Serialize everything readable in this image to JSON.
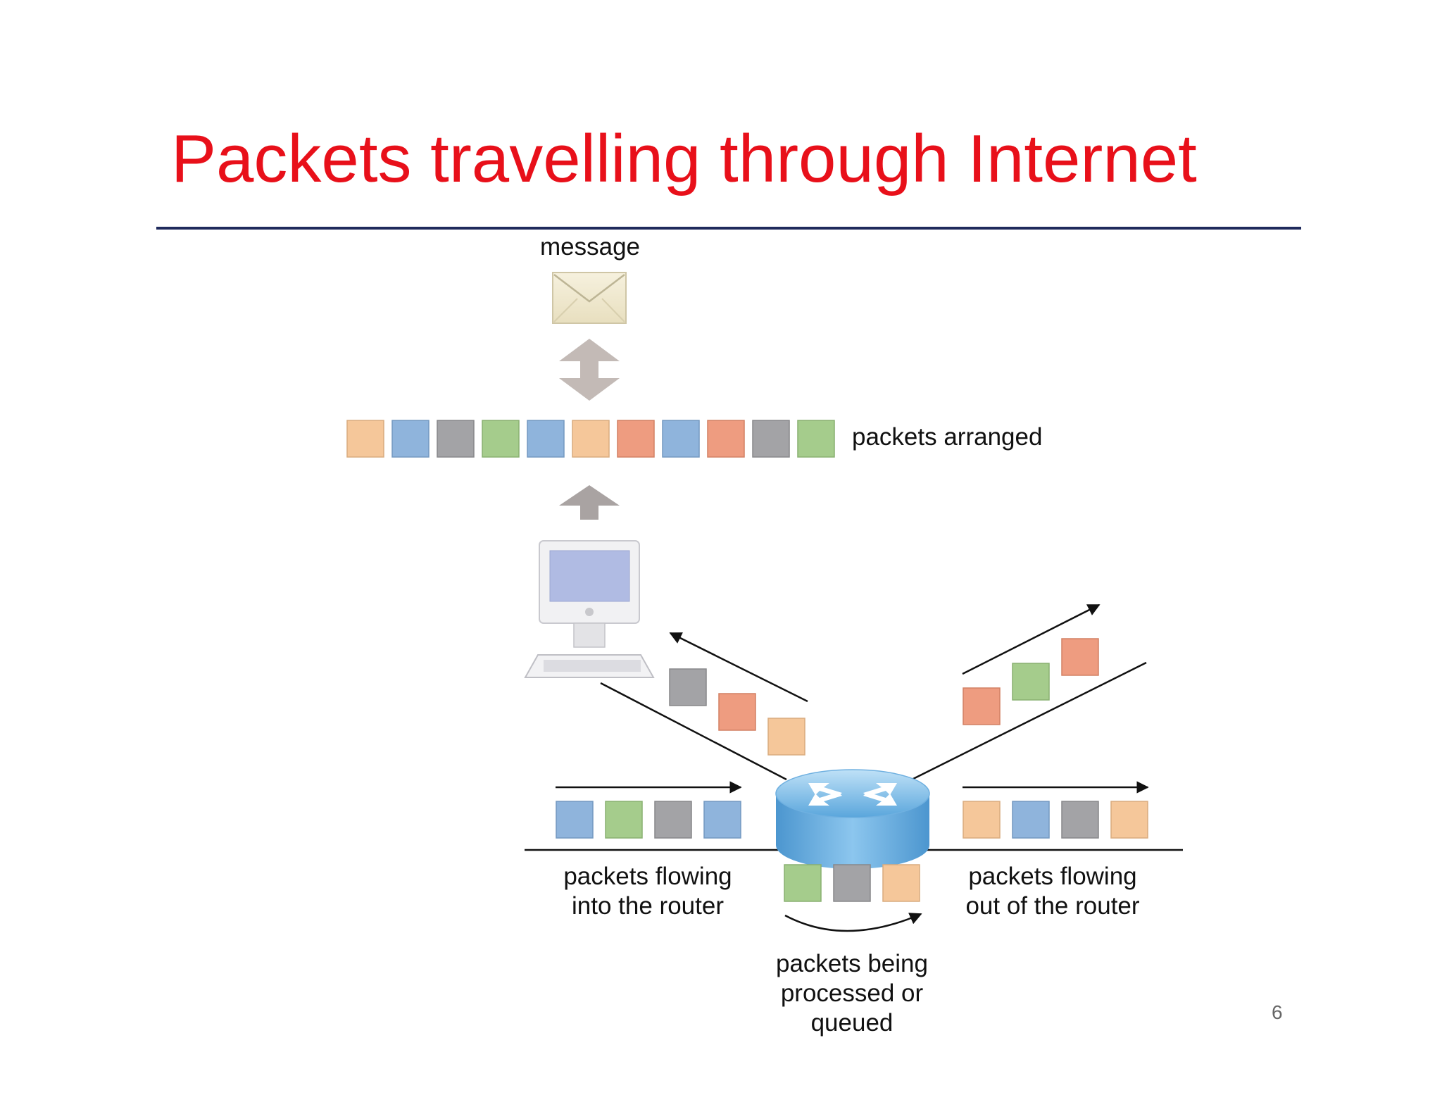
{
  "slide": {
    "title": "Packets travelling through Internet",
    "page_number": "6"
  },
  "labels": {
    "message": "message",
    "packets_arranged": "packets arranged",
    "flowing_in_1": "packets flowing",
    "flowing_in_2": "into the router",
    "flowing_out_1": "packets flowing",
    "flowing_out_2": "out of the router",
    "processed_1": "packets being",
    "processed_2": "processed or",
    "processed_3": "queued"
  },
  "colors": {
    "title": "#e8101a",
    "rule": "#1f2a5c",
    "orange": "#f5c79a",
    "blue": "#8fb4dc",
    "gray": "#a3a3a6",
    "green": "#a5cc8c",
    "salmon": "#ee9c80"
  },
  "packet_groups": {
    "arranged": [
      "orange",
      "blue",
      "gray",
      "green",
      "blue",
      "orange",
      "salmon",
      "blue",
      "salmon",
      "gray",
      "green"
    ],
    "into_router": [
      "blue",
      "green",
      "gray",
      "blue"
    ],
    "out_of_router": [
      "orange",
      "blue",
      "gray",
      "orange"
    ],
    "queued": [
      "green",
      "gray",
      "orange"
    ],
    "to_computer": [
      "gray",
      "salmon",
      "orange"
    ],
    "outgoing_diagonal": [
      "salmon",
      "green",
      "salmon"
    ]
  }
}
